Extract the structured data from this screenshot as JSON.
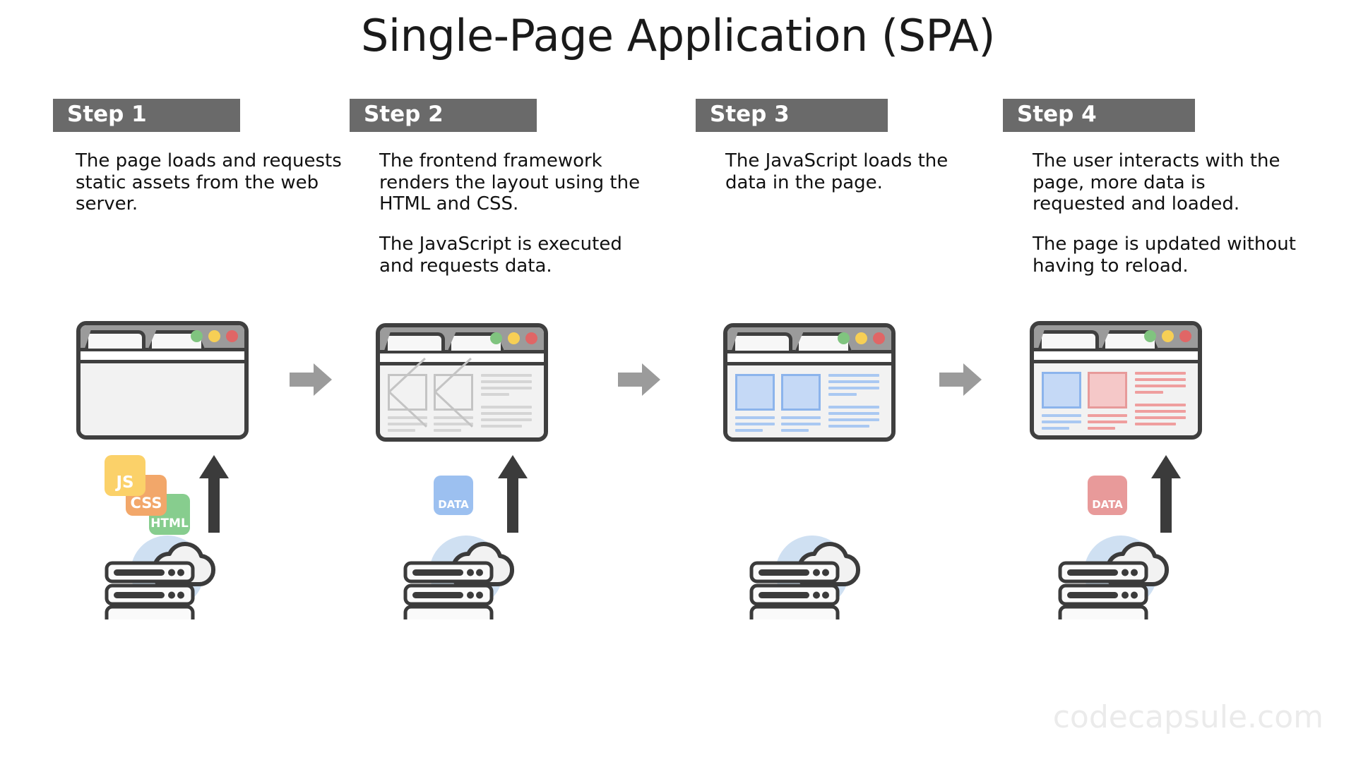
{
  "title": "Single-Page Application (SPA)",
  "watermark": "codecapsule.com",
  "colors": {
    "badge_bg": "#6a6a6a",
    "arrow_gray": "#9b9b9b",
    "js": "#fbd169",
    "css": "#f2a76a",
    "html": "#87cd8e",
    "data_blue": "#9cc0f0",
    "data_red": "#e89a9a",
    "content_blue": "#c5d9f6",
    "content_red": "#f5c8c8",
    "content_gray": "#c4c4c4",
    "dot_green": "#80c47f",
    "dot_yellow": "#f7cf55",
    "dot_red": "#e06666",
    "cloud_circle": "#cfe0f2",
    "outline": "#3f3f3f"
  },
  "steps": [
    {
      "label": "Step 1",
      "paragraphs": [
        "The page loads and requests static assets from the web server."
      ],
      "assets": [
        "JS",
        "CSS",
        "HTML"
      ],
      "browser_state": "empty"
    },
    {
      "label": "Step 2",
      "paragraphs": [
        "The frontend framework renders the layout using the HTML and CSS.",
        "The JavaScript is executed and requests data."
      ],
      "assets": [
        "DATA"
      ],
      "browser_state": "wireframe"
    },
    {
      "label": "Step 3",
      "paragraphs": [
        "The JavaScript loads the data in the page."
      ],
      "assets": [],
      "browser_state": "loaded-blue"
    },
    {
      "label": "Step 4",
      "paragraphs": [
        "The user interacts with the page, more data is requested and loaded.",
        "The page is updated without having to reload."
      ],
      "assets": [
        "DATA"
      ],
      "browser_state": "updated-mixed"
    }
  ],
  "window_dots": [
    "green",
    "yellow",
    "red"
  ]
}
